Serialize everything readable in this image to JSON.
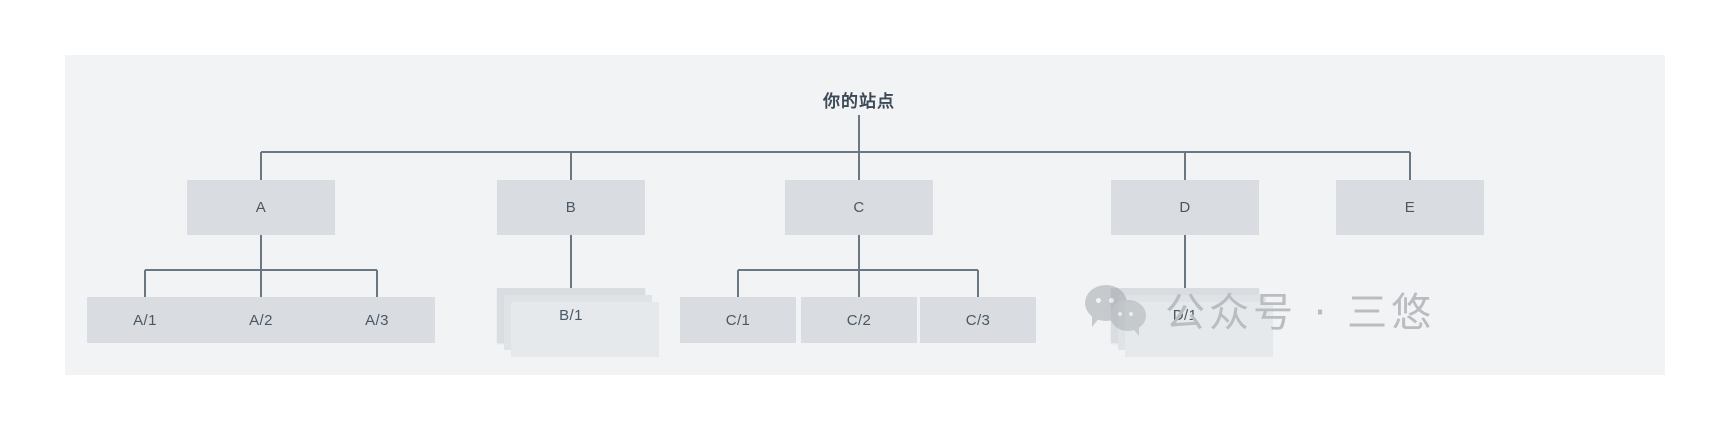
{
  "diagram": {
    "type": "site-structure-tree",
    "background_color": "#f2f3f5",
    "node_color": "#d9dde1",
    "line_color": "#6b7884",
    "text_color": "#4a5764",
    "root": {
      "label": "你的站点"
    },
    "level1": [
      {
        "label": "A"
      },
      {
        "label": "B"
      },
      {
        "label": "C"
      },
      {
        "label": "D"
      },
      {
        "label": "E"
      }
    ],
    "level2": [
      {
        "label": "A/1",
        "parent": "A",
        "stacked": false
      },
      {
        "label": "A/2",
        "parent": "A",
        "stacked": false
      },
      {
        "label": "A/3",
        "parent": "A",
        "stacked": false
      },
      {
        "label": "B/1",
        "parent": "B",
        "stacked": true
      },
      {
        "label": "C/1",
        "parent": "C",
        "stacked": false
      },
      {
        "label": "C/2",
        "parent": "C",
        "stacked": false
      },
      {
        "label": "C/3",
        "parent": "C",
        "stacked": false
      },
      {
        "label": "D/1",
        "parent": "D",
        "stacked": true
      }
    ]
  },
  "watermark": {
    "text": "公众号 · 三悠",
    "icon": "wechat-bubbles-icon",
    "color": "#b9bdc1"
  }
}
